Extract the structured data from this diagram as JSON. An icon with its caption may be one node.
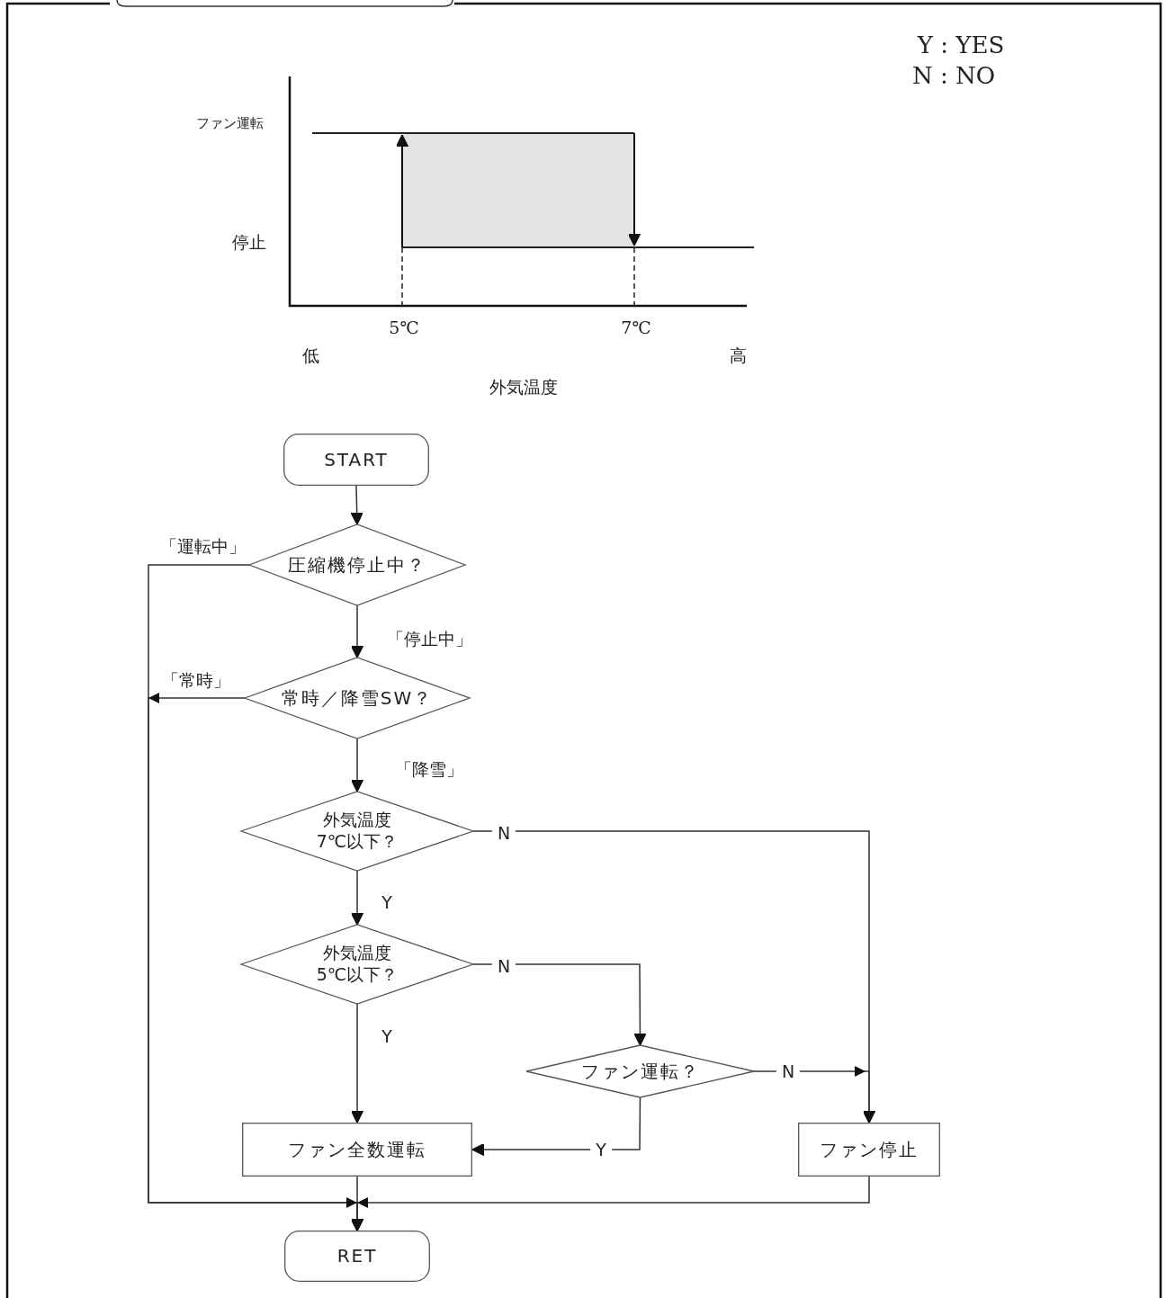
{
  "diagram": {
    "nodes": [
      {
        "text": [
          "START"
        ]
      },
      {
        "text": [
          "圧縮機停止中？"
        ]
      },
      {
        "text": [
          "常時／降雪SW？"
        ]
      },
      {
        "text": [
          "外気温度7℃以下？"
        ]
      },
      {
        "text": [
          "外気温度5℃以下？"
        ]
      },
      {
        "text": [
          "ファン運転？"
        ]
      },
      {
        "text": [
          "ファン全数運転"
        ]
      },
      {
        "text": [
          "ファン停止"
        ]
      },
      {
        "text": [
          "RET"
        ]
      }
    ],
    "edges": [
      {
        "from": 0,
        "to": 1,
        "arrow": "to"
      },
      {
        "from": 1,
        "to": 8,
        "arrow": "to",
        "label": "「運転中」"
      },
      {
        "from": 1,
        "to": 2,
        "arrow": "to",
        "label": "「停止中」"
      },
      {
        "from": 2,
        "to": 8,
        "arrow": "to",
        "label": "「常時」"
      },
      {
        "from": 2,
        "to": 3,
        "arrow": "to",
        "label": "「降雪」"
      },
      {
        "from": 3,
        "to": 4,
        "arrow": "to",
        "label": "Y"
      },
      {
        "from": 3,
        "to": 7,
        "arrow": "to",
        "label": "N"
      },
      {
        "from": 4,
        "to": 6,
        "arrow": "to",
        "label": "Y"
      },
      {
        "from": 4,
        "to": 5,
        "arrow": "to",
        "label": "N"
      },
      {
        "from": 5,
        "to": 7,
        "arrow": "to",
        "label": "N"
      },
      {
        "from": 5,
        "to": 6,
        "arrow": "to",
        "label": "Y"
      },
      {
        "from": 6,
        "to": 8,
        "arrow": "to"
      },
      {
        "from": 7,
        "to": 8,
        "arrow": "to"
      }
    ],
    "labels": [
      "Y : YES",
      "N : NO",
      "ファン運転",
      "停止",
      "5℃",
      "7℃",
      "低",
      "高",
      "外気温度"
    ]
  }
}
